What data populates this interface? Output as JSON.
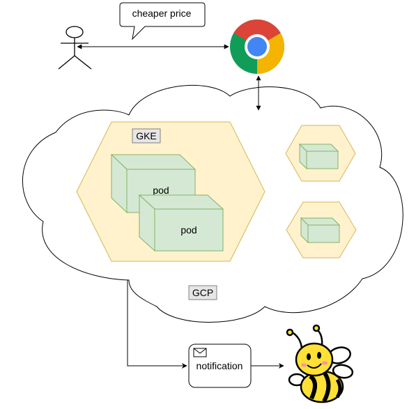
{
  "speech_bubble": {
    "text": "cheaper price"
  },
  "cloud": {
    "label": "GCP"
  },
  "cluster": {
    "label": "GKE"
  },
  "pods": [
    {
      "label": "pod"
    },
    {
      "label": "pod"
    }
  ],
  "notification": {
    "label": "notification"
  },
  "icons": [
    "stick-figure-icon",
    "chrome-icon",
    "envelope-icon",
    "bee-icon",
    "cube-icon"
  ],
  "colors": {
    "hexagon_fill": "#fff2cc",
    "hexagon_stroke": "#d6b656",
    "cube_fill": "#d5e8d4",
    "cube_stroke": "#82b366",
    "label_box_fill": "#e6e6e6",
    "chrome_red": "#db4437",
    "chrome_yellow": "#f4b400",
    "chrome_green": "#0f9d58",
    "chrome_blue": "#4285f4",
    "bee_yellow": "#ffe135"
  }
}
